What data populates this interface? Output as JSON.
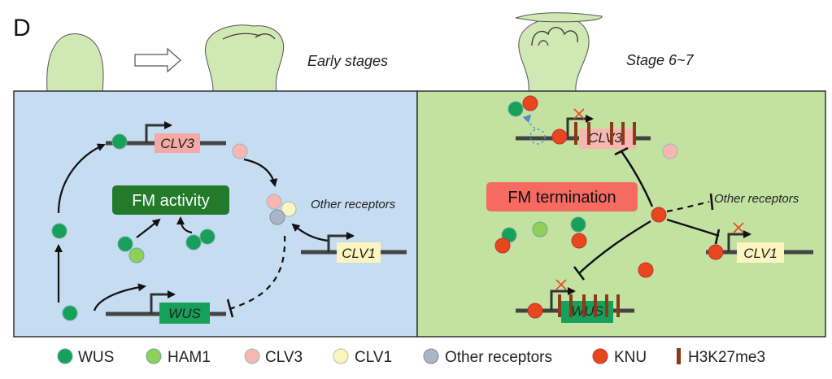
{
  "panel_label": "D",
  "stages": {
    "early": "Early stages",
    "late": "Stage 6~7"
  },
  "left_panel": {
    "activity_label": "FM activity",
    "genes": {
      "clv3": "CLV3",
      "clv1": "CLV1",
      "wus": "WUS"
    },
    "other_receptors": "Other receptors"
  },
  "right_panel": {
    "termination_label": "FM termination",
    "genes": {
      "clv3": "CLV3",
      "clv1": "CLV1",
      "wus": "WUS"
    },
    "other_receptors": "Other receptors"
  },
  "legend": [
    {
      "label": "WUS",
      "color": "#17a05a"
    },
    {
      "label": "HAM1",
      "color": "#8fcf5a"
    },
    {
      "label": "CLV3",
      "color": "#f7b7b0"
    },
    {
      "label": "CLV1",
      "color": "#fcf5c0"
    },
    {
      "label": "Other receptors",
      "color": "#a9b6c6"
    },
    {
      "label": "KNU",
      "color": "#e8471e"
    },
    {
      "label": "H3K27me3",
      "color": "#8b3a1a"
    }
  ],
  "colors": {
    "left_bg": "#c6dcf0",
    "right_bg": "#c3e2a2",
    "wus": "#17a05a",
    "ham1": "#8fcf5a",
    "clv3": "#f7b7b0",
    "clv1": "#fcf5c0",
    "receptor": "#a9b6c6",
    "knu": "#e8471e",
    "mark": "#8b3a1a",
    "fm_activity": "#237a2b",
    "fm_termination": "#f56b62",
    "meristem": "#cfe8b4"
  }
}
